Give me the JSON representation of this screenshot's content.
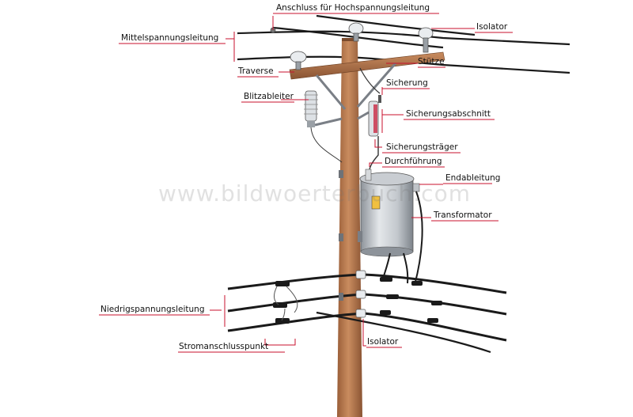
{
  "watermark": "www.bildwoerterbuch.com",
  "labels": {
    "anschluss": "Anschluss für Hochspannungsleitung",
    "isolator_top": "Isolator",
    "mittelspannung": "Mittelspannungsleitung",
    "stuetze": "Stütze",
    "traverse": "Traverse",
    "sicherung": "Sicherung",
    "blitzableiter": "Blitzableiter",
    "sicherungsabschnitt": "Sicherungsabschnitt",
    "sicherungstraeger": "Sicherungsträger",
    "durchfuehrung": "Durchführung",
    "endableitung": "Endableitung",
    "transformator": "Transformator",
    "niedrigspannung": "Niedrigspannungsleitung",
    "stromanschluss": "Stromanschlusspunkt",
    "isolator_bottom": "Isolator"
  },
  "colors": {
    "leader": "#c8102e",
    "pole": "#b5774c",
    "pole_shade": "#8a5433",
    "wire": "#1a1a1a",
    "steel": "#bfc3c8"
  }
}
